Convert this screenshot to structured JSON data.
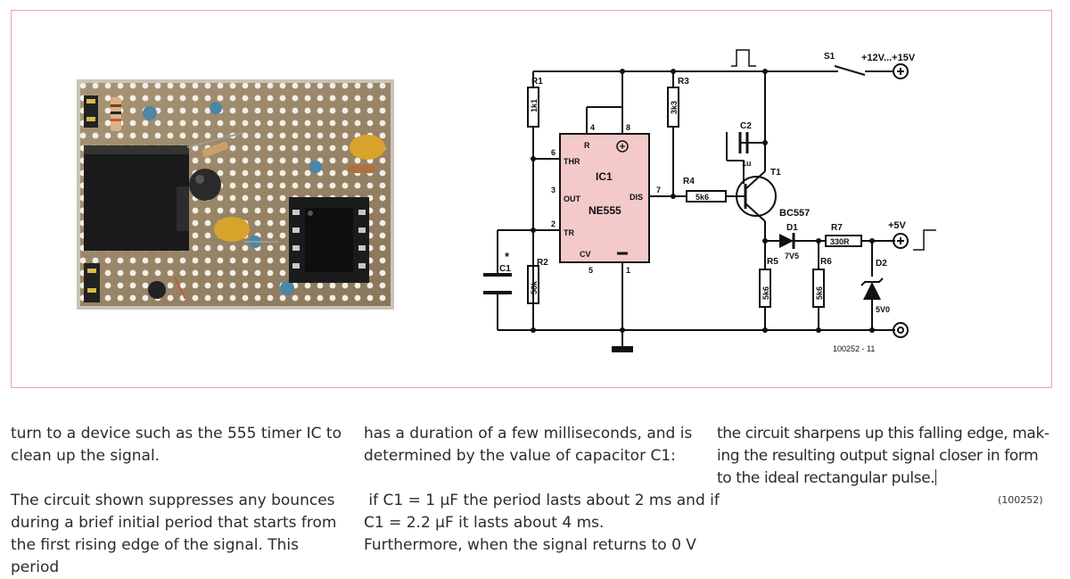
{
  "schematic": {
    "labels": {
      "r1": "R1",
      "r1_val": "1k1",
      "r2": "R2",
      "r2_val": "56k",
      "r3": "R3",
      "r3_val": "3k3",
      "r4": "R4",
      "r4_val": "5k6",
      "r5": "R5",
      "r5_val": "5k6",
      "r6": "R6",
      "r6_val": "5k6",
      "r7": "R7",
      "r7_val": "330R",
      "c1": "C1",
      "c1_star": "*",
      "c2": "C2",
      "c2_val": "1u",
      "ic_name": "IC1",
      "ic_type": "NE555",
      "pin_thr": "THR",
      "pin_out": "OUT",
      "pin_tr": "TR",
      "pin_cv": "CV",
      "pin_dis": "DIS",
      "pin_r": "R",
      "pin4": "4",
      "pin8": "8",
      "pin6": "6",
      "pin3": "3",
      "pin2": "2",
      "pin5": "5",
      "pin1": "1",
      "pin7": "7",
      "t1": "T1",
      "t1_type": "BC557",
      "d1": "D1",
      "d1_val": "7V5",
      "d2": "D2",
      "d2_val": "5V0",
      "s1": "S1",
      "supply": "+12V...+15V",
      "out": "+5V",
      "code": "100252 - 11"
    }
  },
  "article": {
    "col1": {
      "p1_l1": "turn to a device such as the 555 timer IC to",
      "p1_l2": "clean up the signal.",
      "p2_l1": "The circuit shown suppresses any bounces",
      "p2_l2": "during a brief initial period that starts from",
      "p2_l3": "the first rising edge of the signal. This period"
    },
    "col2": {
      "p1_l1": "has a duration of a few milliseconds, and is",
      "p1_l2": "determined by the value of capacitor C1:",
      "p2_l1": " if C1 = 1 µF the period lasts about 2 ms and if",
      "p2_l2": "C1 = 2.2 µF it lasts about 4 ms.",
      "p2_l3": "Furthermore, when the signal returns to 0 V"
    },
    "col3": {
      "l1": "the circuit sharpens up this falling edge, mak-",
      "l2": "ing the resulting output signal closer in form",
      "l3": "to the ideal rectangular pulse."
    },
    "reference": "(100252)"
  }
}
